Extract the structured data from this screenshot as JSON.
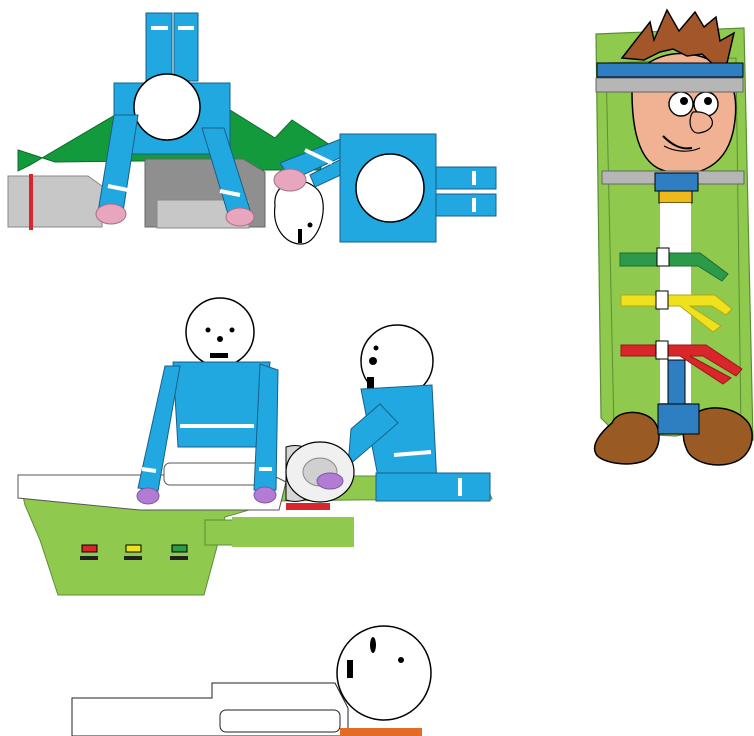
{
  "figure": {
    "panels": [
      "top-left-scene",
      "middle-scene",
      "bottom-scene",
      "right-figure"
    ]
  },
  "colors": {
    "workwear": "#22a8e0",
    "stripe": "#ffffff",
    "vacuum_mattress": "#8fca4f",
    "mattress_dark": "#5fa838",
    "green_board": "#139a3c",
    "grey_block": "#bcbcbc",
    "red_strap": "#d8262b",
    "yellow_strap": "#efe11b",
    "green_strap": "#2b9b4a",
    "blue_headband": "#2d7fc2",
    "skin": "#f0b292",
    "hair": "#a2562a",
    "boot": "#9a5a24",
    "glove": "#e7a6be",
    "head": "#ffffff",
    "outline": "#000000",
    "orange_block": "#e36b25",
    "white_panel": "#ffffff"
  },
  "icons": {
    "left_rescuer": "paramedic-icon",
    "right_rescuer": "paramedic-icon",
    "patient": "patient-icon",
    "mattress": "vacuum-mattress-icon",
    "buttons": [
      "red-button-icon",
      "yellow-button-icon",
      "green-button-icon"
    ]
  }
}
